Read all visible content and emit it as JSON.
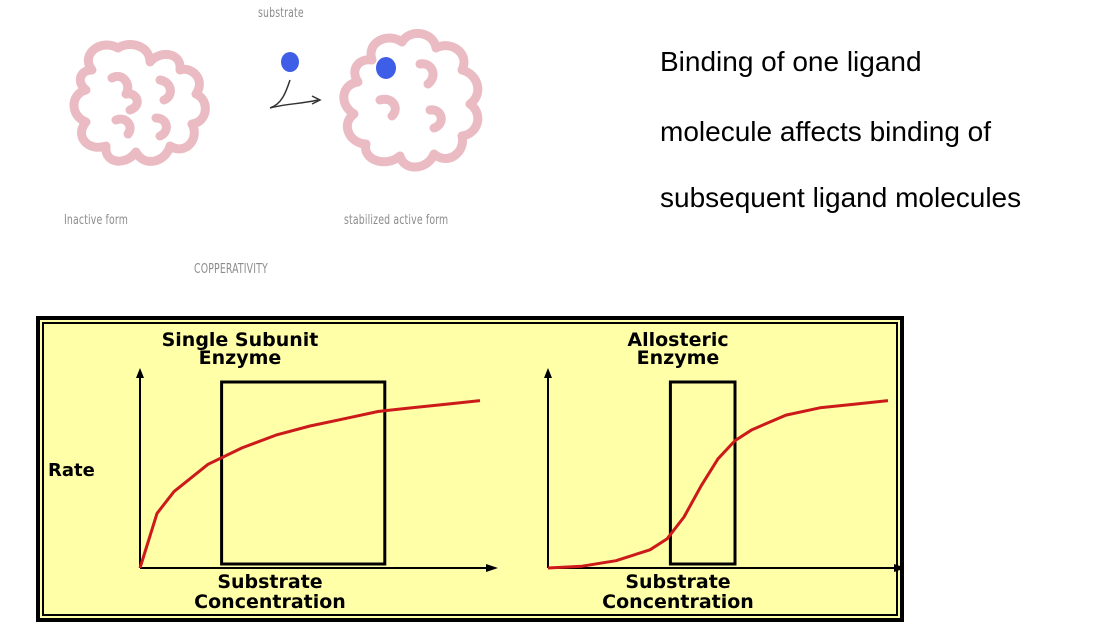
{
  "illustration": {
    "substrate_label": "substrate",
    "inactive_label": "Inactive form",
    "active_label": "stabilized active form",
    "caption": "COPPERATIVITY",
    "colors": {
      "protein": "#e8b4bd",
      "substrate": "#3f5ee8"
    }
  },
  "description": {
    "lines": [
      "Binding of one ligand",
      "molecule affects binding of",
      "subsequent ligand molecules"
    ]
  },
  "chart_data": [
    {
      "type": "line",
      "title_lines": [
        "Single Subunit",
        "Enzyme"
      ],
      "ylabel": "Rate",
      "xlabel_lines": [
        "Substrate",
        "Concentration"
      ],
      "curve_shape": "hyperbolic",
      "x": [
        0,
        0.05,
        0.1,
        0.2,
        0.3,
        0.4,
        0.5,
        0.6,
        0.7,
        0.8,
        0.9,
        1.0
      ],
      "y": [
        0,
        0.3,
        0.42,
        0.57,
        0.66,
        0.73,
        0.78,
        0.82,
        0.86,
        0.88,
        0.9,
        0.92
      ],
      "highlight_box": {
        "x_range": [
          0.24,
          0.72
        ]
      },
      "curve_color": "#cc1a1a",
      "grid": false
    },
    {
      "type": "line",
      "title_lines": [
        "Allosteric",
        "Enzyme"
      ],
      "ylabel": "",
      "xlabel_lines": [
        "Substrate",
        "Concentration"
      ],
      "curve_shape": "sigmoidal",
      "x": [
        0,
        0.1,
        0.2,
        0.3,
        0.35,
        0.4,
        0.45,
        0.5,
        0.55,
        0.6,
        0.7,
        0.8,
        0.9,
        1.0
      ],
      "y": [
        0,
        0.01,
        0.04,
        0.1,
        0.16,
        0.28,
        0.45,
        0.6,
        0.7,
        0.76,
        0.84,
        0.88,
        0.9,
        0.92
      ],
      "highlight_box": {
        "x_range": [
          0.36,
          0.55
        ]
      },
      "curve_color": "#cc1a1a",
      "grid": false
    }
  ]
}
